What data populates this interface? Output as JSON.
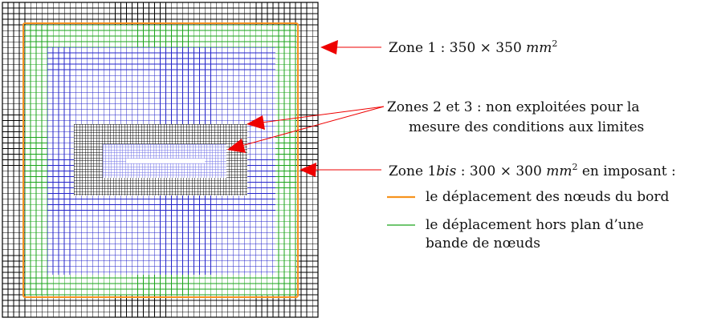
{
  "colors": {
    "outer_grid": "#000000",
    "zone1bis_border": "#f7931e",
    "green_band": "#1aa31a",
    "blue_zone": "#2323c8",
    "dense_zone": "#000000",
    "inner_zone": "#6f6fe6",
    "crack": "#ffffff",
    "arrow": "#ee0000"
  },
  "icons": {
    "arrow_head": "red-triangle-arrow",
    "legend_orange": "orange-line-swatch",
    "legend_green": "green-line-swatch"
  },
  "labels": {
    "zone1": {
      "prefix": "Zone 1 : 350 × 350 ",
      "unit": "mm",
      "exp": "2"
    },
    "zones23": {
      "line1": "Zones 2 et 3 : non exploitées pour la",
      "line2": "mesure des conditions aux limites"
    },
    "zone1bis": {
      "prefix": "Zone 1",
      "bis": "bis",
      "middle": " : 300 × 300 ",
      "unit": "mm",
      "exp": "2",
      "suffix": " en imposant :"
    },
    "legend_orange": "le déplacement des nœuds du bord",
    "legend_green_line1": "le déplacement hors plan d’une",
    "legend_green_line2": "bande de nœuds"
  }
}
